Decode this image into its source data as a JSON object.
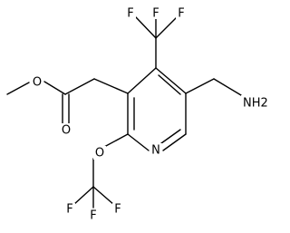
{
  "molecule": {
    "atoms": {
      "F_top_left": "F",
      "F_top_mid": "F",
      "F_top_right": "F",
      "O_methoxy": "O",
      "O_carbonyl": "O",
      "NH2": "NH2",
      "N_ring": "N",
      "O_ether": "O",
      "F_bottom_left": "F",
      "F_bottom_mid": "F",
      "F_bottom_right": "F"
    }
  }
}
